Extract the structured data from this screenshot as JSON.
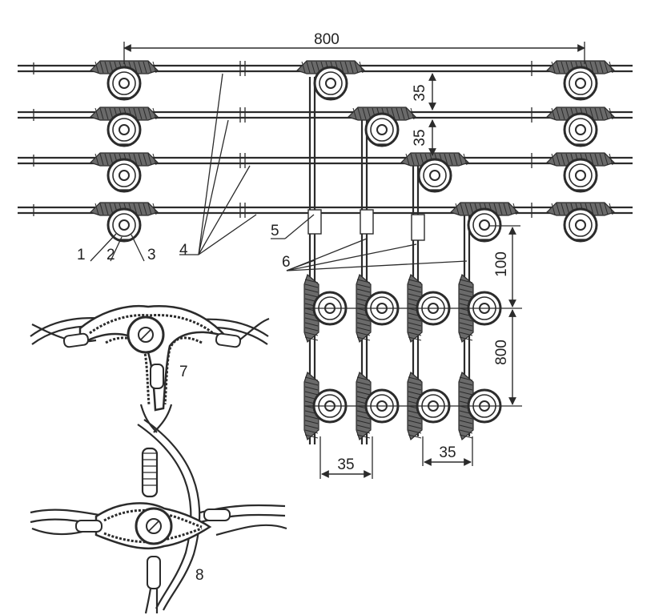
{
  "dimensions": {
    "top_span": "800",
    "spacing_a": "35",
    "spacing_b": "35",
    "drop_offset": "100",
    "drop_span": "800",
    "bottom_left": "35",
    "bottom_right": "35"
  },
  "callouts": {
    "c1": "1",
    "c2": "2",
    "c3": "3",
    "c4": "4",
    "c5": "5",
    "c6": "6",
    "c7": "7",
    "c8": "8"
  }
}
